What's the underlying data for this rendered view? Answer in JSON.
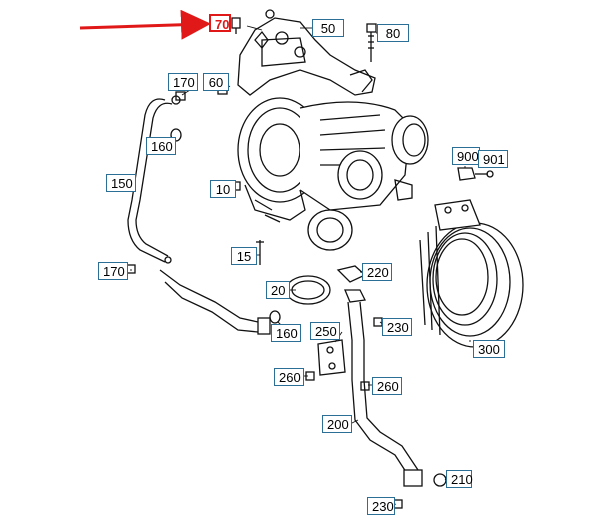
{
  "diagram": {
    "highlight_color": "#e01818",
    "callout_border_color": "#2b6f97",
    "callouts": {
      "c70": "70",
      "c50": "50",
      "c80": "80",
      "c170a": "170",
      "c60": "60",
      "c160a": "160",
      "c150": "150",
      "c10": "10",
      "c900": "900",
      "c901": "901",
      "c15": "15",
      "c170b": "170",
      "c20": "20",
      "c220": "220",
      "c160b": "160",
      "c250": "250",
      "c230a": "230",
      "c300": "300",
      "c260a": "260",
      "c260b": "260",
      "c200": "200",
      "c210": "210",
      "c230b": "230"
    }
  }
}
